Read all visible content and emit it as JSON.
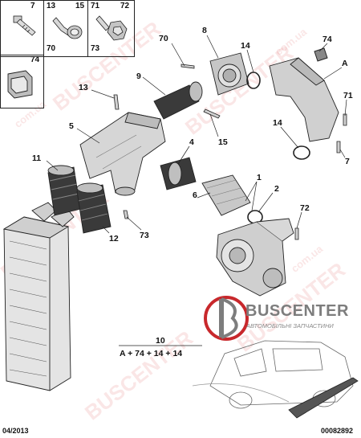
{
  "insets": {
    "top_row": [
      {
        "top": "7",
        "bottom": ""
      },
      {
        "top": "13",
        "top2": "15",
        "bottom": "70"
      },
      {
        "top": "71",
        "top2": "72",
        "bottom": "73"
      }
    ],
    "second_row": {
      "top": "74"
    }
  },
  "callouts": [
    {
      "id": "8",
      "text": "8"
    },
    {
      "id": "70",
      "text": "70"
    },
    {
      "id": "14a",
      "text": "14"
    },
    {
      "id": "74",
      "text": "74"
    },
    {
      "id": "A",
      "text": "A"
    },
    {
      "id": "9",
      "text": "9"
    },
    {
      "id": "13",
      "text": "13"
    },
    {
      "id": "71",
      "text": "71"
    },
    {
      "id": "5",
      "text": "5"
    },
    {
      "id": "14b",
      "text": "14"
    },
    {
      "id": "15",
      "text": "15"
    },
    {
      "id": "7",
      "text": "7"
    },
    {
      "id": "4",
      "text": "4"
    },
    {
      "id": "11",
      "text": "11"
    },
    {
      "id": "1",
      "text": "1"
    },
    {
      "id": "2",
      "text": "2"
    },
    {
      "id": "6",
      "text": "6"
    },
    {
      "id": "72",
      "text": "72"
    },
    {
      "id": "12",
      "text": "12"
    },
    {
      "id": "73",
      "text": "73"
    }
  ],
  "formula": {
    "label": "10",
    "text": "A + 74 + 14 + 14"
  },
  "brand": {
    "name": "BUSCENTER",
    "tagline": "АВТОМОБІЛЬНІ ЗАПЧАСТИНИ",
    "color": "#c8282c",
    "gray": "#7d7d7d"
  },
  "watermark": {
    "text": "BUSCENTER",
    "domain": "com.ua"
  },
  "footer": {
    "date": "04/2013",
    "code": "00082892"
  }
}
